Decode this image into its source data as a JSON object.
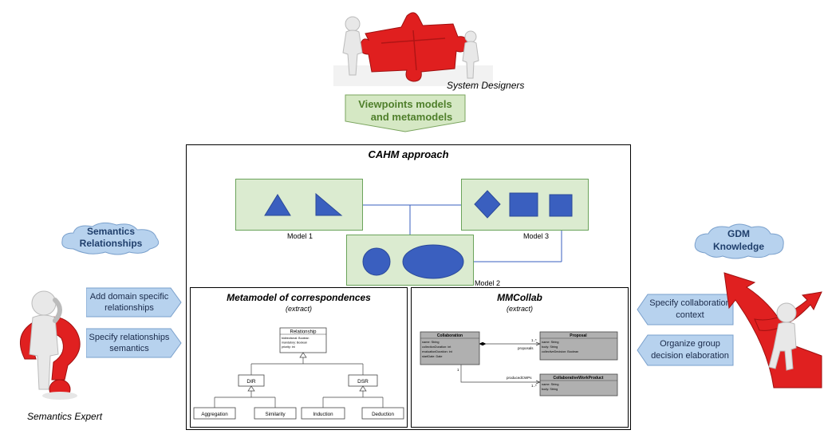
{
  "actors": {
    "system_designers": "System Designers",
    "semantics_expert": "Semantics Expert"
  },
  "banner": {
    "viewpoints_line1": "Viewpoints models",
    "viewpoints_line2": "and metamodels"
  },
  "clouds": {
    "semantics_line1": "Semantics",
    "semantics_line2": "Relationships",
    "gdm_line1": "GDM",
    "gdm_line2": "Knowledge"
  },
  "left_callouts": {
    "add_line1": "Add domain specific",
    "add_line2": "relationships",
    "specify_line1": "Specify relationships",
    "specify_line2": "semantics"
  },
  "right_callouts": {
    "collab_line1": "Specify collaboration",
    "collab_line2": "context",
    "organize_line1": "Organize group",
    "organize_line2": "decision elaboration"
  },
  "cahm": {
    "title": "CAHM approach",
    "model1": "Model 1",
    "model2": "Model 2",
    "model3": "Model 3"
  },
  "metamodel": {
    "title": "Metamodel of correspondences",
    "subtitle": "(extract)",
    "relationship": {
      "name": "Relationship",
      "attrs": [
        "bidirectional: Boolean",
        "mandatory: Boolean",
        "priority: int"
      ]
    },
    "dir": "DIR",
    "dsr": "DSR",
    "aggregation": "Aggregation",
    "similarity": "Similarity",
    "induction": "Induction",
    "deduction": "Deduction"
  },
  "mmcollab": {
    "title": "MMCollab",
    "subtitle": "(extract)",
    "collaboration": {
      "name": "Collaboration",
      "attrs": [
        "name: String",
        "collectionDuration: int",
        "evaluationDuration: int",
        "startDate: Date"
      ]
    },
    "proposal": {
      "name": "Proposal",
      "attrs": [
        "name: String",
        "body: String",
        "collectiveDecision: Boolean"
      ]
    },
    "cwp": {
      "name": "CollaborativeWorkProduct",
      "attrs": [
        "name: String",
        "body: String"
      ]
    },
    "mult_proposals": "1..*",
    "role_proposals": "proposals",
    "mult_one": "1",
    "role_cwps": "producedCWPs",
    "mult_cwps": "1..*"
  },
  "colors": {
    "shape_blue": "#3a5fbf",
    "model_green": "#dbebd0",
    "callout_blue": "#b7d2ee",
    "banner_green": "#d5e8c4",
    "banner_text": "#4f7f2b",
    "uml_gray": "#b0b0b0",
    "red": "#e02020"
  }
}
